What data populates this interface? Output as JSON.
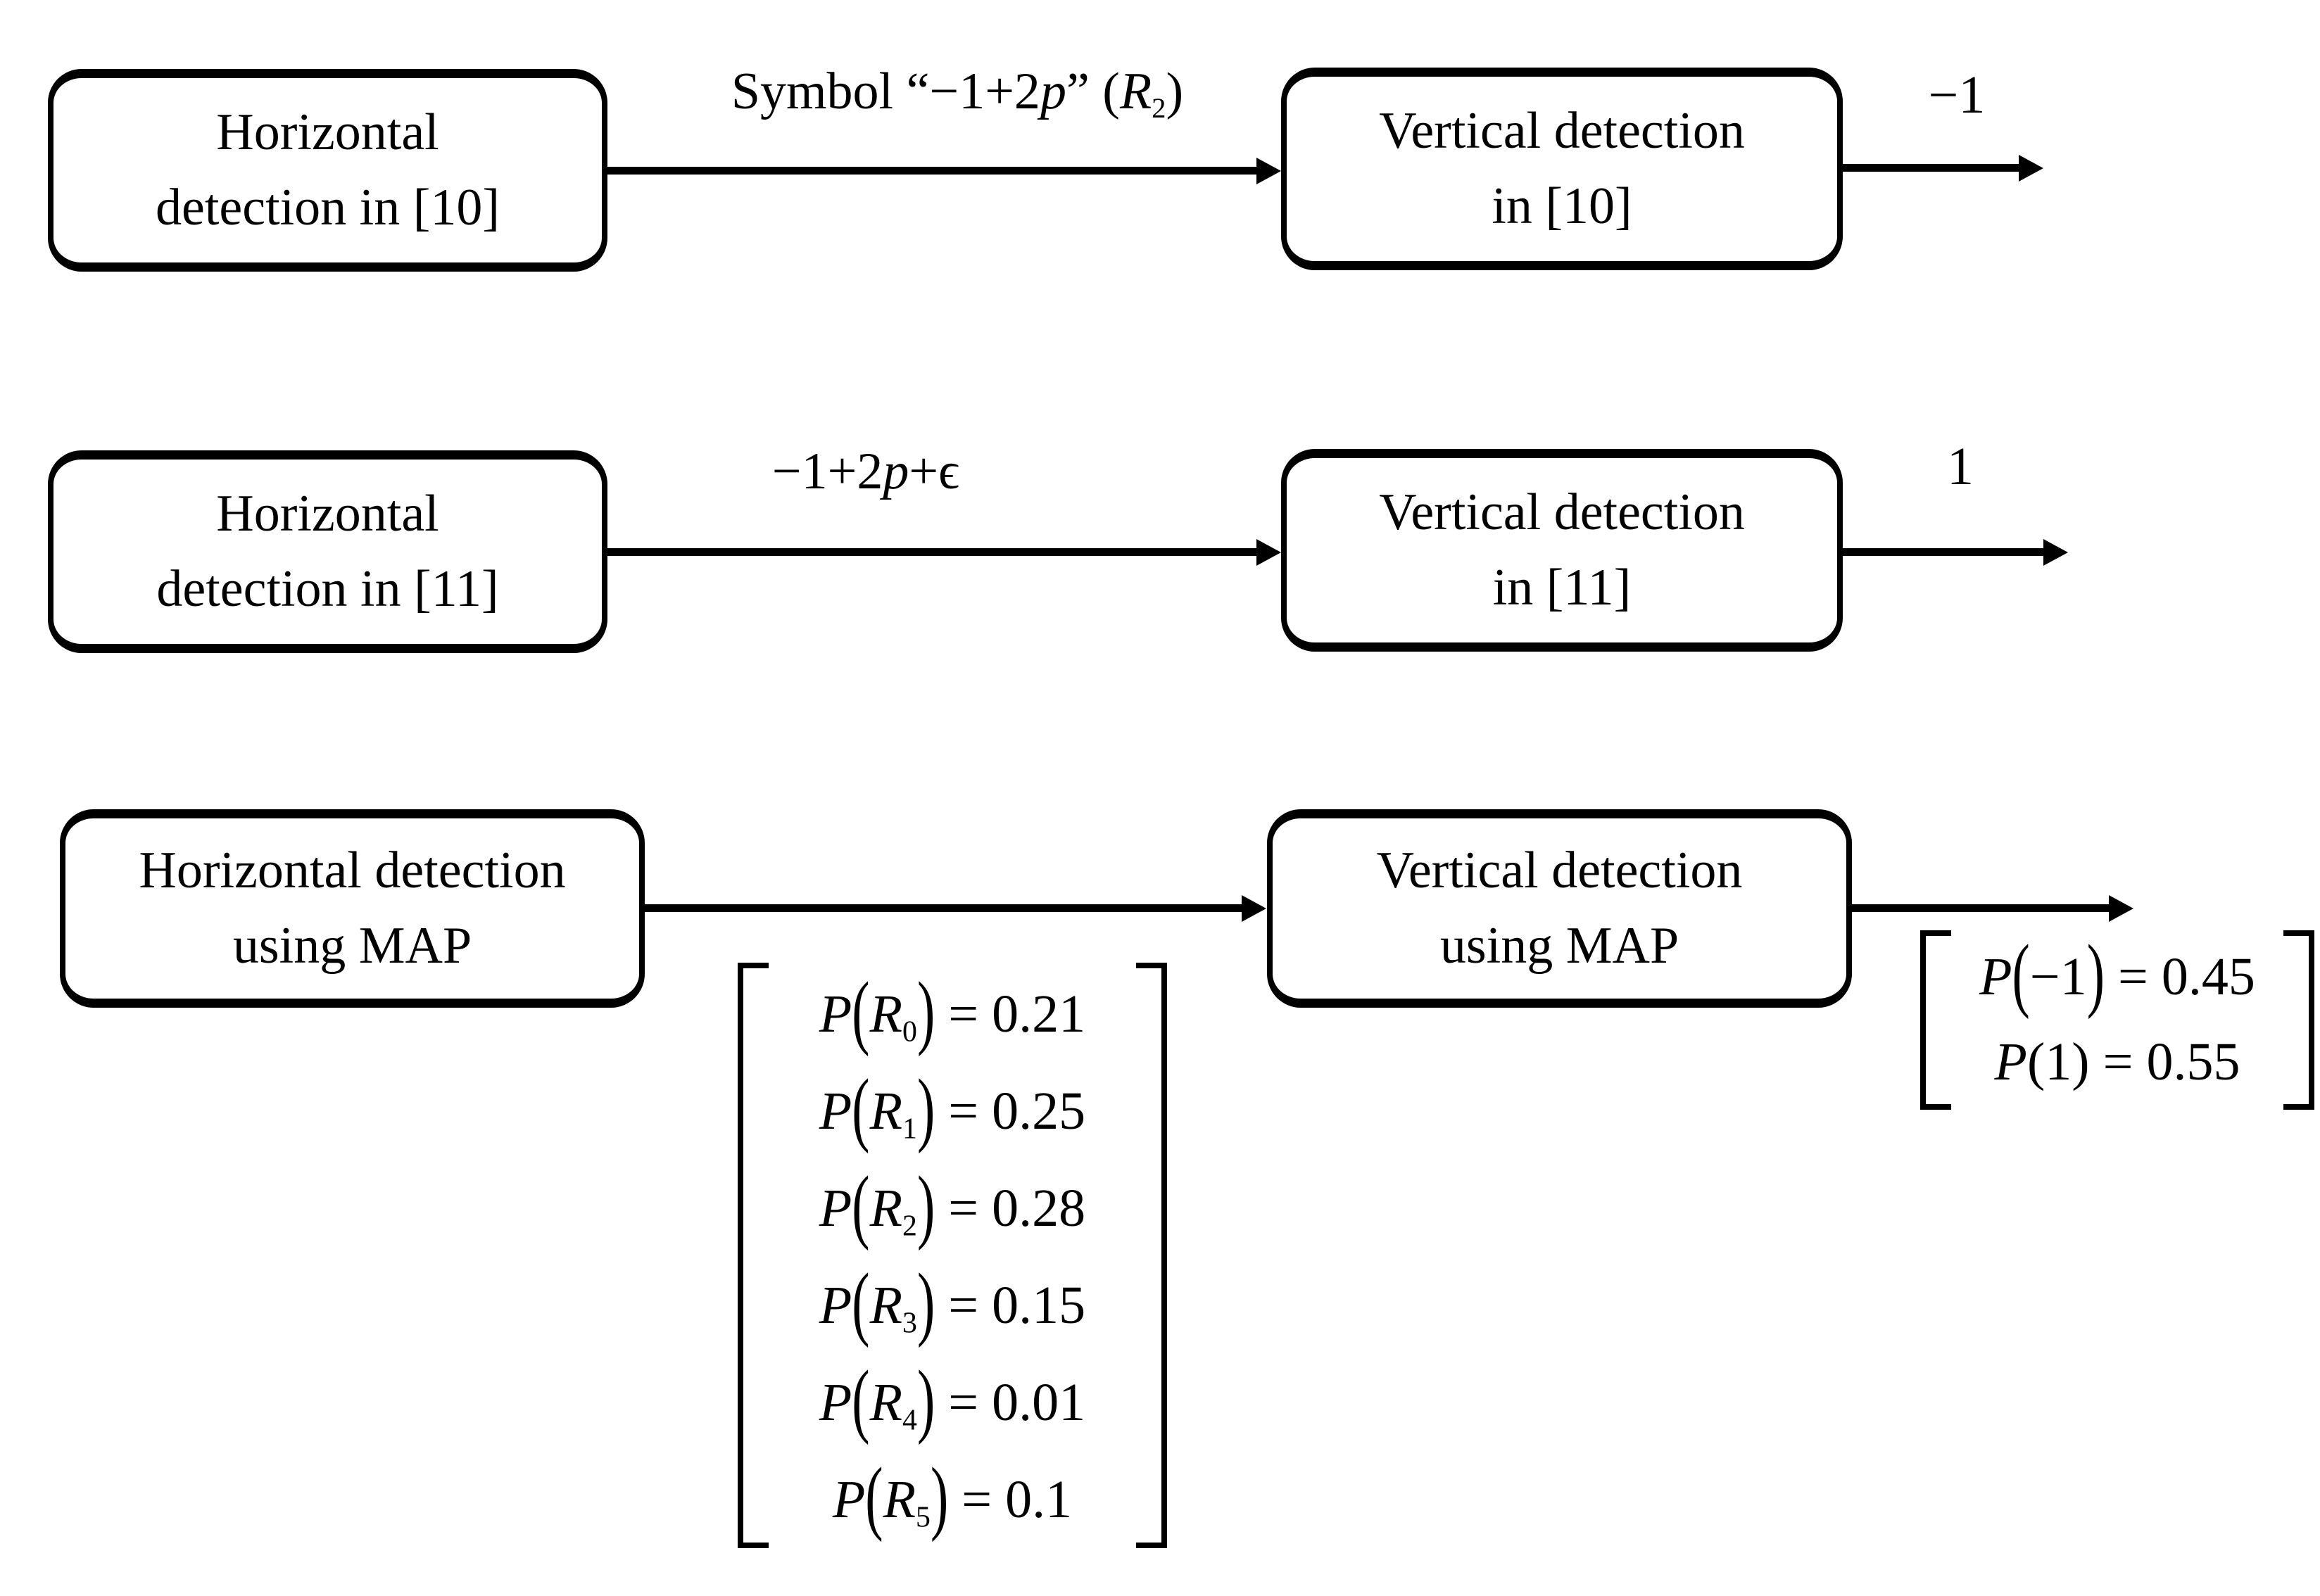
{
  "figure": {
    "background": "#ffffff",
    "ink": "#000000",
    "rows": [
      {
        "left_box_lines": [
          "Horizontal",
          "detection in [10]"
        ],
        "arrow_label_segments": [
          {
            "t": "Symbol “−1+2"
          },
          {
            "t": "p",
            "i": true
          },
          {
            "t": "” ("
          },
          {
            "t": "R",
            "i": true
          },
          {
            "t": "2",
            "sub": true
          },
          {
            "t": ")"
          }
        ],
        "right_box_lines": [
          "Vertical detection",
          "in [10]"
        ],
        "output_label": "−1"
      },
      {
        "left_box_lines": [
          "Horizontal",
          "detection in [11]"
        ],
        "arrow_label_segments": [
          {
            "t": "−1+2"
          },
          {
            "t": "p",
            "i": true
          },
          {
            "t": "+ϵ"
          }
        ],
        "right_box_lines": [
          "Vertical detection",
          "in [11]"
        ],
        "output_label": "1"
      },
      {
        "left_box_lines": [
          "Horizontal detection",
          "using MAP"
        ],
        "right_box_lines": [
          "Vertical detection",
          "using MAP"
        ],
        "output_label": ""
      }
    ],
    "map_probability_matrix": {
      "rows": [
        [
          {
            "t": "P",
            "i": true
          },
          {
            "t": "(",
            "bp": true
          },
          {
            "t": "R",
            "i": true
          },
          {
            "t": "0",
            "sub": true
          },
          {
            "t": ")",
            "bp": true
          },
          {
            "t": " = 0.21"
          }
        ],
        [
          {
            "t": "P",
            "i": true
          },
          {
            "t": "(",
            "bp": true
          },
          {
            "t": "R",
            "i": true
          },
          {
            "t": "1",
            "sub": true
          },
          {
            "t": ")",
            "bp": true
          },
          {
            "t": " = 0.25"
          }
        ],
        [
          {
            "t": "P",
            "i": true
          },
          {
            "t": "(",
            "bp": true
          },
          {
            "t": "R",
            "i": true
          },
          {
            "t": "2",
            "sub": true
          },
          {
            "t": ")",
            "bp": true
          },
          {
            "t": " = 0.28"
          }
        ],
        [
          {
            "t": "P",
            "i": true
          },
          {
            "t": "(",
            "bp": true
          },
          {
            "t": "R",
            "i": true
          },
          {
            "t": "3",
            "sub": true
          },
          {
            "t": ")",
            "bp": true
          },
          {
            "t": " = 0.15"
          }
        ],
        [
          {
            "t": "P",
            "i": true
          },
          {
            "t": "(",
            "bp": true
          },
          {
            "t": "R",
            "i": true
          },
          {
            "t": "4",
            "sub": true
          },
          {
            "t": ")",
            "bp": true
          },
          {
            "t": " = 0.01"
          }
        ],
        [
          {
            "t": "P",
            "i": true
          },
          {
            "t": "(",
            "bp": true
          },
          {
            "t": "R",
            "i": true
          },
          {
            "t": "5",
            "sub": true
          },
          {
            "t": ")",
            "bp": true
          },
          {
            "t": " = 0.1"
          }
        ]
      ]
    },
    "output_probability_matrix": {
      "rows": [
        [
          {
            "t": "P",
            "i": true
          },
          {
            "t": "(",
            "bp": true
          },
          {
            "t": "−1"
          },
          {
            "t": ")",
            "bp": true
          },
          {
            "t": " = 0.45"
          }
        ],
        [
          {
            "t": "P",
            "i": true
          },
          {
            "t": "("
          },
          {
            "t": "1"
          },
          {
            "t": ")"
          },
          {
            "t": " = 0.55"
          }
        ]
      ]
    }
  }
}
